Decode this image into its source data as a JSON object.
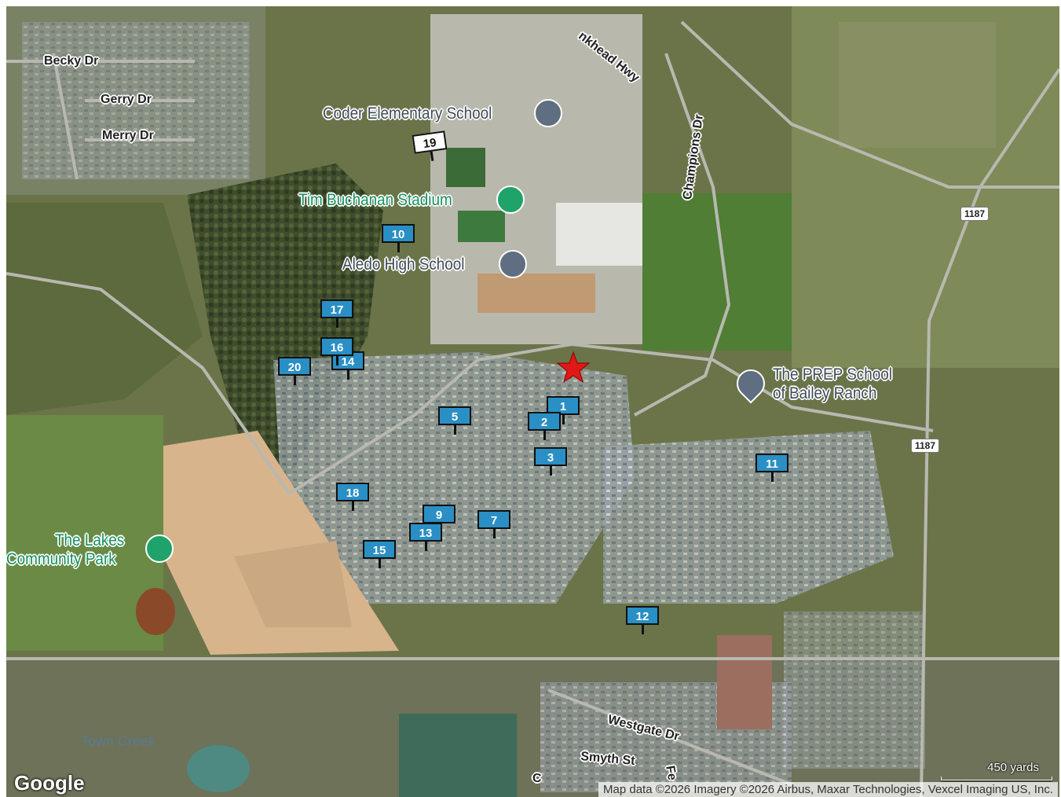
{
  "map": {
    "pois": {
      "coder_elementary": "Coder Elementary School",
      "tim_buchanan": "Tim Buchanan Stadium",
      "aledo_high": "Aledo High School",
      "prep_school_line1": "The PREP School",
      "prep_school_line2": "of Bailey Ranch",
      "lakes_park_line1": "The Lakes",
      "lakes_park_line2": "Community Park",
      "town_creek": "Town Creek"
    },
    "streets": {
      "becky_dr": "Becky Dr",
      "gerry_dr": "Gerry Dr",
      "merry_dr": "Merry Dr",
      "bankhead_hwy": "nkhead Hwy",
      "champions_dr": "Champions Dr",
      "westgate_dr": "Westgate Dr",
      "smyth_st": "Smyth St",
      "fe": "Fe",
      "c": "C"
    },
    "route_badges": [
      "1187",
      "1187"
    ],
    "markers": [
      "1",
      "2",
      "3",
      "5",
      "7",
      "9",
      "10",
      "11",
      "12",
      "13",
      "14",
      "15",
      "16",
      "17",
      "18",
      "19",
      "20"
    ],
    "google_logo": "Google",
    "scale": "450 yards",
    "attribution": "Map data ©2026 Imagery ©2026 Airbus, Maxar Technologies, Vexcel Imaging US, Inc.",
    "colors": {
      "marker": "#2a8fc4",
      "star": "#e01818",
      "poi_gray": "#5f6e80",
      "poi_green": "#1fa36a"
    }
  }
}
